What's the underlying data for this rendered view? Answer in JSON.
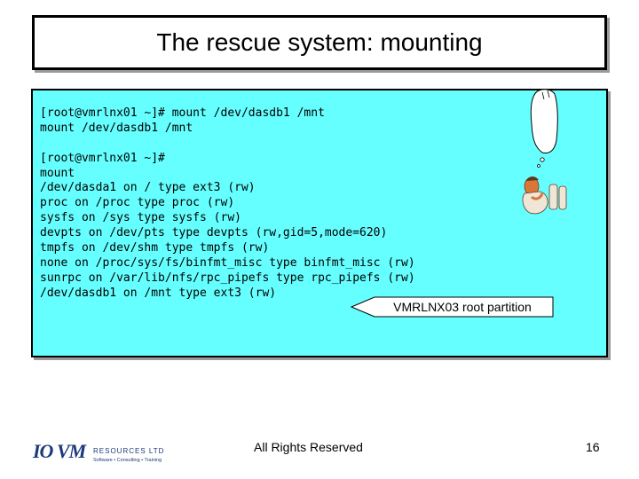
{
  "slide": {
    "title": "The rescue system: mounting"
  },
  "terminal": {
    "background": "#66ffff",
    "lines": [
      "[root@vmrlnx01 ~]# mount /dev/dasdb1 /mnt",
      "mount /dev/dasdb1 /mnt",
      "",
      "[root@vmrlnx01 ~]#",
      "mount",
      "/dev/dasda1 on / type ext3 (rw)",
      "proc on /proc type proc (rw)",
      "sysfs on /sys type sysfs (rw)",
      "devpts on /dev/pts type devpts (rw,gid=5,mode=620)",
      "tmpfs on /dev/shm type tmpfs (rw)",
      "none on /proc/sys/fs/binfmt_misc type binfmt_misc (rw)",
      "sunrpc on /var/lib/nfs/rpc_pipefs type rpc_pipefs (rw)",
      "/dev/dasdb1 on /mnt type ext3 (rw)"
    ]
  },
  "callout": {
    "label": "VMRLNX03 root partition"
  },
  "illustration": {
    "icon": "thinking-person-icon"
  },
  "footer": {
    "logo_mark": "IO VM",
    "logo_name": "RESOURCES LTD",
    "logo_tagline": "Software • Consulting • Training",
    "center_text": "All Rights Reserved",
    "page_number": "16"
  }
}
